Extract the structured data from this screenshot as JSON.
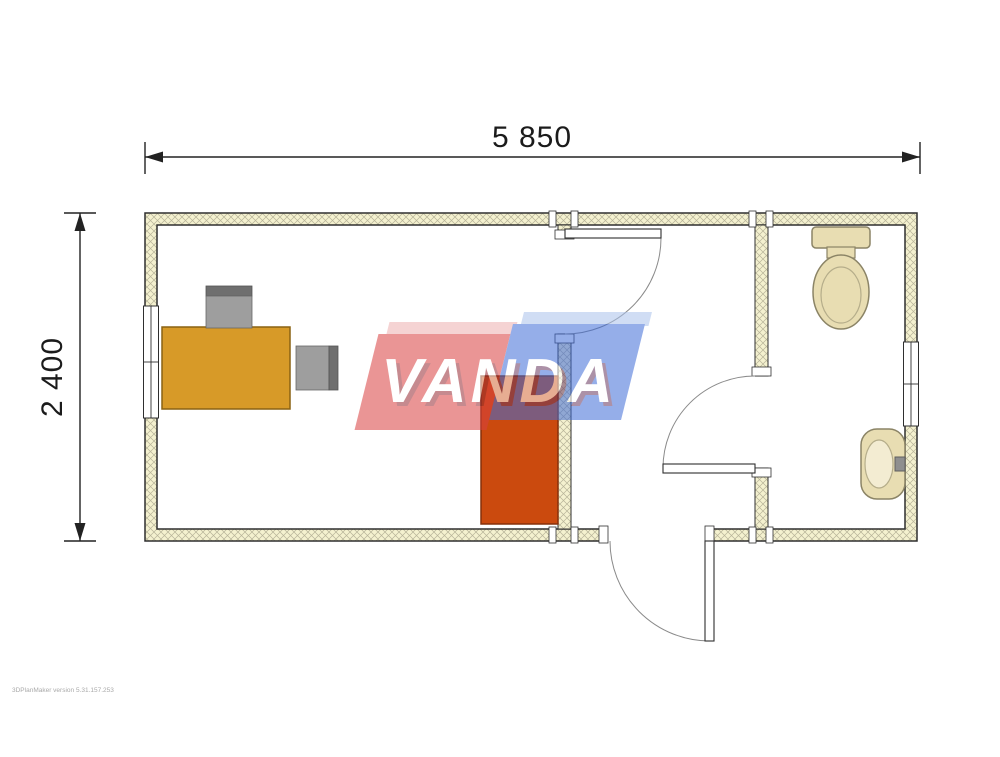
{
  "dimensions": {
    "width": "5 850",
    "height": "2 400"
  },
  "watermark": {
    "text": "VANDA"
  },
  "footer": {
    "note": "3DPlanMaker version 5.31.157.253"
  },
  "colors": {
    "wall_fill": "#f4f1cf",
    "hatch": "#b7b398",
    "desk": "#d79a28",
    "chair": "#9e9e9e",
    "chair_back": "#6f6f6f",
    "cabinet": "#cb4a0e",
    "fixture": "#e8ddb2",
    "watermark_red": "#d94040",
    "watermark_blue": "#3f6cd8"
  }
}
